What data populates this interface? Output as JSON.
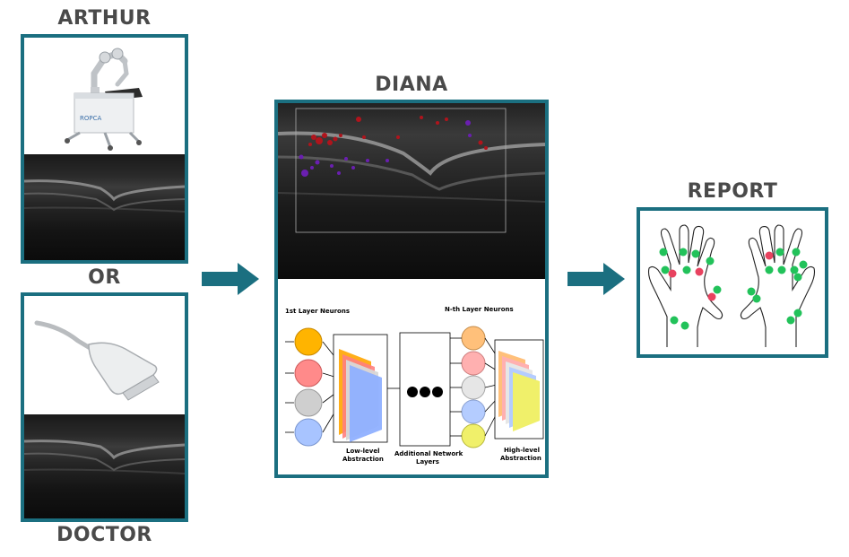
{
  "headings": {
    "arthur": "ARTHUR",
    "or": "OR",
    "doctor": "DOCTOR",
    "diana": "DIANA",
    "report": "REPORT"
  },
  "robot": {
    "brand_text": "ROPCA"
  },
  "network": {
    "first_layer": "1st Layer Neurons",
    "nth_layer": "N-th Layer Neurons",
    "low_level_line1": "Low-level",
    "low_level_line2": "Abstraction",
    "additional_line1": "Additional Network",
    "additional_line2": "Layers",
    "high_level_line1": "High-level",
    "high_level_line2": "Abstraction"
  },
  "colors": {
    "panel_border": "#1b6f80",
    "arrow": "#1b6f80",
    "heading": "#4a4a4a",
    "marker_green": "#22c25a",
    "marker_red": "#e8425f"
  }
}
